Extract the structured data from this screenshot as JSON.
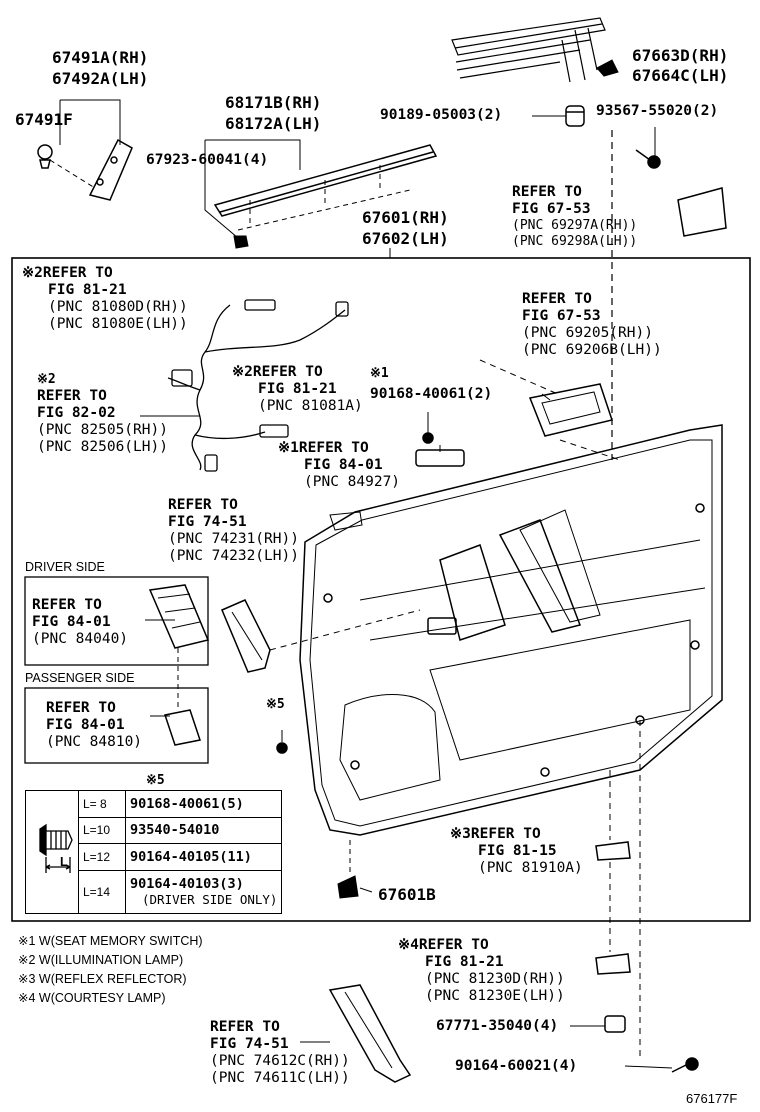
{
  "parts": {
    "p67491": {
      "rh": "67491A(RH)",
      "lh": "67492A(LH)"
    },
    "p67491f": "67491F",
    "p68171": {
      "rh": "68171B(RH)",
      "lh": "68172A(LH)"
    },
    "p67923": "67923-60041(4)",
    "p67601": {
      "rh": "67601(RH)",
      "lh": "67602(LH)"
    },
    "p90189": "90189-05003(2)",
    "p93567": "93567-55020(2)",
    "p67663": {
      "rh": "67663D(RH)",
      "lh": "67664C(LH)"
    },
    "p90168": "90168-40061(2)",
    "p67601b": "67601B",
    "p67771": "67771-35040(4)",
    "p90164": "90164-60021(4)"
  },
  "refs": {
    "glass": {
      "l1": "REFER TO",
      "l2": "FIG 67-53",
      "l3": "(PNC 69297A(RH))",
      "l4": "(PNC 69298A(LH))"
    },
    "wire1": {
      "mark": "※2",
      "l1": "REFER TO",
      "l2": "FIG 81-21",
      "l3": "(PNC 81080D(RH))",
      "l4": "(PNC 81080E(LH))"
    },
    "handle": {
      "l1": "REFER TO",
      "l2": "FIG 67-53",
      "l3": "(PNC 69205(RH))",
      "l4": "(PNC 69206B(LH))"
    },
    "wire2": {
      "mark": "※2",
      "l1": "REFER TO",
      "l2": "FIG 82-02",
      "l3": "(PNC 82505(RH))",
      "l4": "(PNC 82506(LH))"
    },
    "lamp": {
      "mark": "※2",
      "l1": "REFER TO",
      "l2": "FIG 81-21",
      "l3": "(PNC 81081A)"
    },
    "mem": {
      "mark": "※1",
      "l1": "REFER TO",
      "l2": "FIG 84-01",
      "l3": "(PNC 84927)"
    },
    "mark1": "※1",
    "grip": {
      "l1": "REFER TO",
      "l2": "FIG 74-51",
      "l3": "(PNC 74231(RH))",
      "l4": "(PNC 74232(LH))"
    },
    "driver": {
      "title": "DRIVER SIDE",
      "l1": "REFER TO",
      "l2": "FIG 84-01",
      "l3": "(PNC 84040)"
    },
    "passenger": {
      "title": "PASSENGER SIDE",
      "l1": "REFER TO",
      "l2": "FIG 84-01",
      "l3": "(PNC 84810)"
    },
    "reflex": {
      "mark": "※3",
      "l1": "REFER TO",
      "l2": "FIG 81-15",
      "l3": "(PNC 81910A)"
    },
    "courtesy": {
      "mark": "※4",
      "l1": "REFER TO",
      "l2": "FIG 81-21",
      "l3": "(PNC 81230D(RH))",
      "l4": "(PNC 81230E(LH))"
    },
    "armrest": {
      "l1": "REFER TO",
      "l2": "FIG 74-51",
      "l3": "(PNC 74612C(RH))",
      "l4": "(PNC 74611C(LH))"
    }
  },
  "mark5": "※5",
  "table": {
    "header": "※5",
    "dim": "L",
    "rows": [
      {
        "len": "L= 8",
        "part": "90168-40061(5)"
      },
      {
        "len": "L=10",
        "part": "93540-54010"
      },
      {
        "len": "L=12",
        "part": "90164-40105(11)"
      },
      {
        "len": "L=14",
        "part": "90164-40103(3)",
        "note": "(DRIVER SIDE ONLY)"
      }
    ]
  },
  "notes": [
    "※1 W(SEAT MEMORY SWITCH)",
    "※2 W(ILLUMINATION LAMP)",
    "※3 W(REFLEX REFLECTOR)",
    "※4 W(COURTESY LAMP)"
  ],
  "figure_code": "676177F"
}
